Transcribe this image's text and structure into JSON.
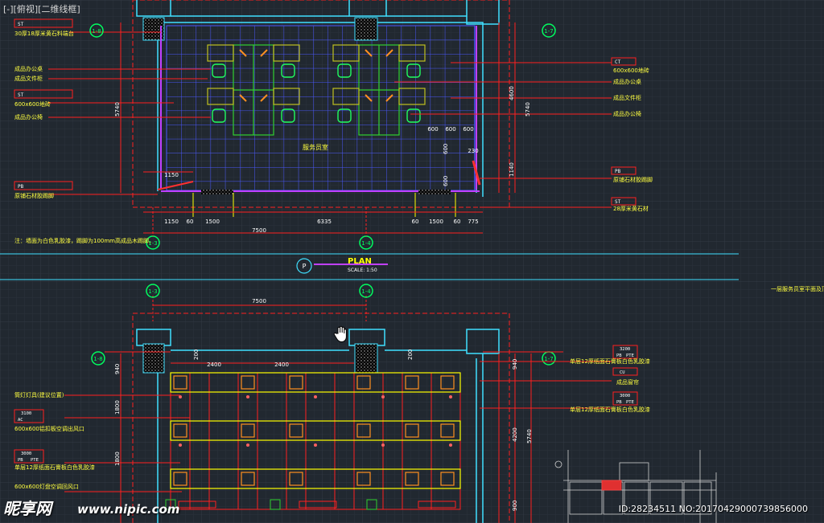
{
  "viewport": {
    "label": "[-][俯视][二维线框]"
  },
  "colors": {
    "background": "#212830",
    "grid": "#2b323b",
    "dim": "#ff2020",
    "text": "#ffff40",
    "wall": "#40e0ff",
    "blue_grid": "#4050ff",
    "desk": "#30d030",
    "purple": "#c040ff",
    "yellow": "#ffff00",
    "orange": "#ff9020",
    "white": "#ffffff"
  },
  "top_plan": {
    "labels_left": [
      "30厚18厚米黄石料端台",
      "成品办公桌",
      "成品文件柜",
      "600x600地砖",
      "成品办公椅",
      "原铺石材胶踢脚"
    ],
    "labels_right": [
      "600x600地砖",
      "成品办公桌",
      "成品文件柜",
      "成品办公椅",
      "原铺石材胶踢脚",
      "28厚米黄石材"
    ],
    "tags_left": [
      "ST",
      "ST",
      "PB"
    ],
    "tags_right": [
      "CT",
      "PB",
      "ST"
    ],
    "room_label": "服务员室",
    "section_left": "1-8",
    "section_right": "1-7",
    "dims_bottom": [
      "1150",
      "60",
      "1500",
      "6335",
      "60",
      "1500",
      "60",
      "775"
    ],
    "dim_total": "7500",
    "dim_left_a": "1150",
    "dim_vertical_left": "5740",
    "dims_vertical_right": [
      "4600",
      "5740",
      "1140"
    ],
    "dims_small_right": [
      "600",
      "600",
      "600",
      "600",
      "600",
      "230"
    ],
    "axis_bottom": [
      "1-3",
      "1-4"
    ],
    "note": "注：墙面为白色乳胶漆，踢脚为100mm高成品木踢脚。"
  },
  "plan_title": {
    "title": "PLAN",
    "scale": "SCALE: 1:50",
    "marker": "P"
  },
  "right_caption": "一层服务员室平面及顶面图",
  "ceiling_plan": {
    "axis_top": [
      "1-3",
      "1-4"
    ],
    "dim_top": "7500",
    "dims_grid": [
      "2400",
      "2400"
    ],
    "dims_small_top": [
      "200",
      "200"
    ],
    "section_left": "1-8",
    "section_right": "1-7",
    "dims_vertical_left": [
      "940",
      "1800",
      "1800"
    ],
    "dims_vertical_right": [
      "940",
      "4200",
      "5740",
      "900"
    ],
    "labels_left": [
      "筒灯灯具(建议位置)",
      "600x600铝扣板空调出风口",
      "单层12厚纸面石膏板白色乳胶漆",
      "600x600灯盘空调回风口"
    ],
    "tags_left": [
      "3100",
      "AC",
      "3000",
      "PB",
      "PTE"
    ],
    "labels_right": [
      "单层12厚纸面石膏板白色乳胶漆",
      "成品窗帘",
      "单层12厚纸面石膏板白色乳胶漆"
    ],
    "tags_right": [
      "3200",
      "PB",
      "PTE",
      "CU",
      "3000",
      "PB",
      "PTE"
    ]
  },
  "watermark": {
    "logo": "昵享网",
    "url": "www.nipic.com",
    "id": "ID:28234511 NO:20170429000739856000"
  }
}
